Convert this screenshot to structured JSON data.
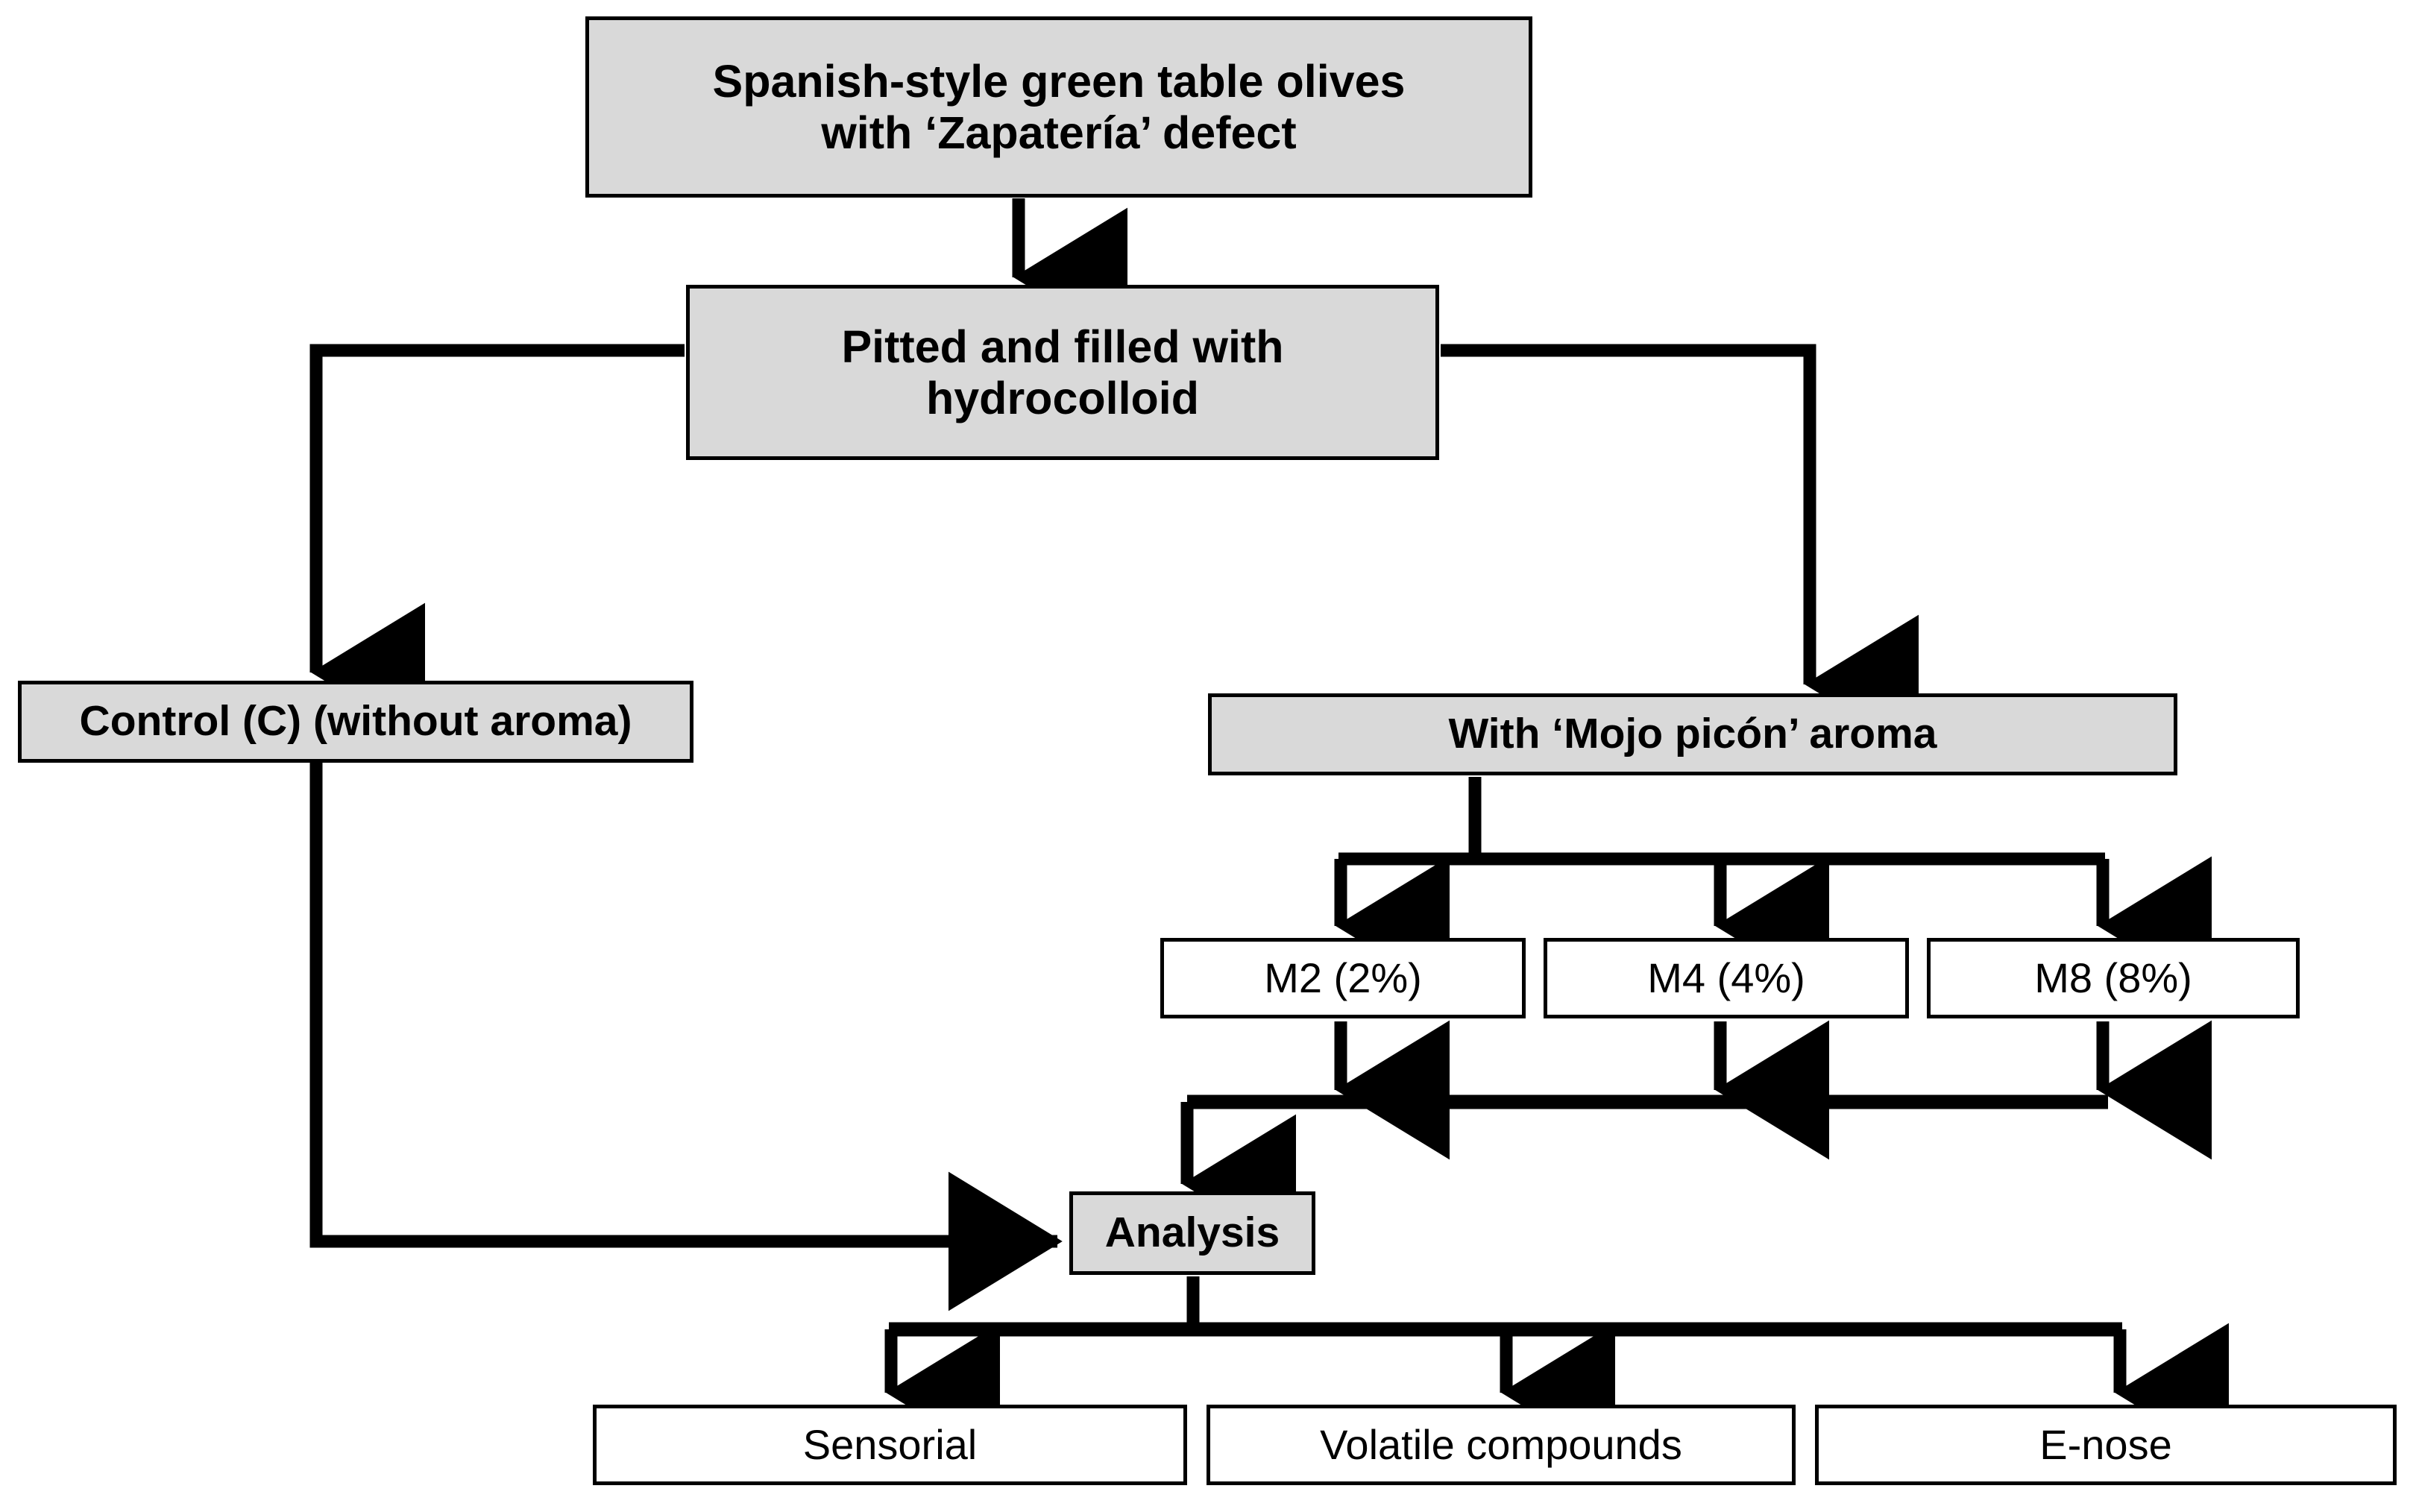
{
  "diagram": {
    "title": "Experimental design flowchart for Spanish-style green table olives",
    "colors": {
      "filled_node_bg": "#D9D9D9",
      "plain_node_bg": "#FFFFFF",
      "border": "#000000",
      "connector": "#000000",
      "page_bg": "#FFFFFF"
    },
    "nodes": {
      "olives": "Spanish-style green table olives\nwith ‘Zapatería’ defect",
      "olives_line1": "Spanish-style green table olives",
      "olives_line2": "with ‘Zapatería’ defect",
      "pitted_line1": "Pitted and filled with",
      "pitted_line2": "hydrocolloid",
      "control": "Control (C) (without aroma)",
      "mojo": "With ‘Mojo picón’ aroma",
      "m2": "M2 (2%)",
      "m4": "M4 (4%)",
      "m8": "M8 (8%)",
      "analysis": "Analysis",
      "sensorial": "Sensorial",
      "volatile": "Volatile compounds",
      "enose": "E-nose"
    },
    "edges": [
      {
        "name": "olives-to-pitted",
        "from": "olives",
        "to": "pitted",
        "style": "straight-down-arrow"
      },
      {
        "name": "pitted-to-control",
        "from": "pitted",
        "to": "control",
        "style": "elbow-left-down-arrow"
      },
      {
        "name": "pitted-to-mojo",
        "from": "pitted",
        "to": "mojo",
        "style": "elbow-right-down-arrow"
      },
      {
        "name": "mojo-to-m2",
        "from": "mojo",
        "to": "m2",
        "style": "bus-down-arrow"
      },
      {
        "name": "mojo-to-m4",
        "from": "mojo",
        "to": "m4",
        "style": "bus-down-arrow"
      },
      {
        "name": "mojo-to-m8",
        "from": "mojo",
        "to": "m8",
        "style": "bus-down-arrow"
      },
      {
        "name": "m2-to-analysis",
        "from": "m2",
        "to": "analysis",
        "style": "merge-bus-down-arrow"
      },
      {
        "name": "m4-to-analysis",
        "from": "m4",
        "to": "analysis",
        "style": "merge-bus-down-arrow"
      },
      {
        "name": "m8-to-analysis",
        "from": "m8",
        "to": "analysis",
        "style": "merge-bus-down-arrow"
      },
      {
        "name": "control-to-analysis",
        "from": "control",
        "to": "analysis",
        "style": "elbow-down-right-arrow"
      },
      {
        "name": "analysis-to-sensorial",
        "from": "analysis",
        "to": "sensorial",
        "style": "bus-down-arrow"
      },
      {
        "name": "analysis-to-volatile",
        "from": "analysis",
        "to": "volatile",
        "style": "bus-down-arrow"
      },
      {
        "name": "analysis-to-enose",
        "from": "analysis",
        "to": "enose",
        "style": "bus-down-arrow"
      }
    ]
  }
}
